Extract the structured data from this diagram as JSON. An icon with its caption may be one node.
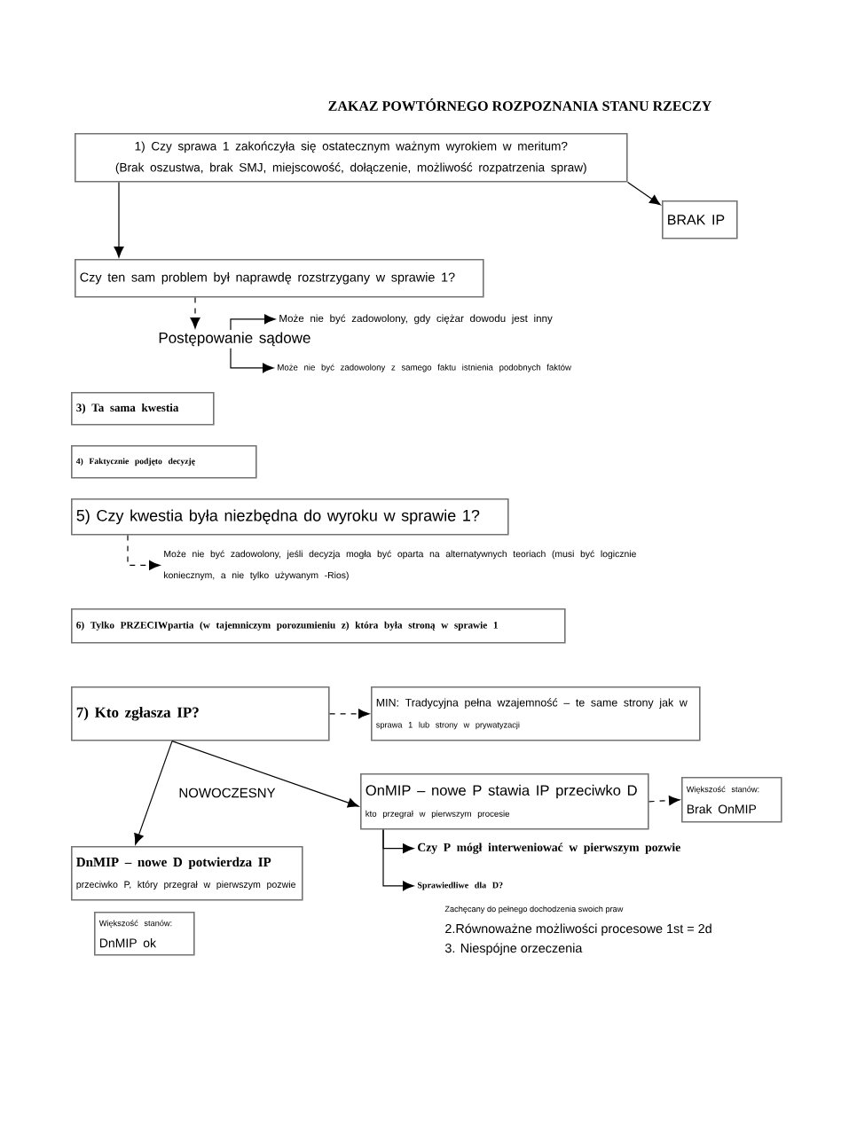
{
  "diagram": {
    "title": "ZAKAZ POWTÓRNEGO ROZPOZNANIA STANU RZECZY",
    "nodes": [
      {
        "text": [
          "1) Czy sprawa 1 zakończyła się ostatecznym ważnym wyrokiem w meritum?",
          "(Brak oszustwa, brak SMJ, miejscowość, dołączenie, możliwość rozpatrzenia spraw)"
        ]
      },
      {
        "text": [
          "BRAK IP"
        ]
      },
      {
        "text": [
          "Czy ten sam problem był naprawdę rozstrzygany w sprawie 1?"
        ]
      },
      {
        "text": [
          "Postępowanie sądowe"
        ]
      },
      {
        "text": [
          "Może nie być zadowolony, gdy ciężar dowodu jest inny"
        ]
      },
      {
        "text": [
          "Może nie być zadowolony z samego faktu istnienia podobnych faktów"
        ]
      },
      {
        "text": [
          "3) Ta sama kwestia"
        ]
      },
      {
        "text": [
          "4) Faktycznie podjęto decyzję"
        ]
      },
      {
        "text": [
          "5) Czy kwestia była niezbędna do wyroku w sprawie 1?"
        ]
      },
      {
        "text": [
          "Może nie być zadowolony, jeśli decyzja mogła być oparta na alternatywnych teoriach (musi być logicznie koniecznym, a nie tylko używanym -Rios)"
        ]
      },
      {
        "text": [
          "6) Tylko PRZECIWpartia (w tajemniczym porozumieniu z) która była stroną w sprawie 1"
        ]
      },
      {
        "text": [
          "7) Kto zgłasza IP?"
        ]
      },
      {
        "text": [
          "MIN: Tradycyjna pełna wzajemność – te same strony jak w",
          "sprawa 1 lub strony w prywatyzacji"
        ]
      },
      {
        "text": [
          "OnMIP – nowe P stawia IP przeciwko D",
          "kto przegrał w pierwszym procesie"
        ]
      },
      {
        "text": [
          "Większość stanów:",
          "Brak OnMIP"
        ]
      },
      {
        "text": [
          "DnMIP – nowe D potwierdza IP",
          "przeciwko P, który przegrał w pierwszym pozwie"
        ]
      },
      {
        "text": [
          "Większość stanów:",
          "DnMIP ok"
        ]
      },
      {
        "text": [
          "Czy P mógł interweniować w pierwszym pozwie"
        ]
      },
      {
        "text": [
          "Sprawiedliwe dla D?"
        ]
      }
    ],
    "edges": [
      {
        "from": 0,
        "to": 2,
        "arrow": "to"
      },
      {
        "from": 0,
        "to": 1,
        "arrow": "to"
      },
      {
        "from": 2,
        "to": 3,
        "arrow": "to",
        "style": "dashed"
      },
      {
        "from": 3,
        "to": 4,
        "arrow": "to"
      },
      {
        "from": 3,
        "to": 5,
        "arrow": "to"
      },
      {
        "from": 8,
        "to": 9,
        "arrow": "to",
        "style": "dashed"
      },
      {
        "from": 11,
        "to": 12,
        "arrow": "to",
        "style": "dashed"
      },
      {
        "from": 11,
        "to": 13,
        "arrow": "to",
        "label": "NOWOCZESNY"
      },
      {
        "from": 11,
        "to": 15,
        "arrow": "to"
      },
      {
        "from": 13,
        "to": 14,
        "arrow": "to",
        "style": "dashed"
      },
      {
        "from": 13,
        "to": 17,
        "arrow": "to"
      },
      {
        "from": 13,
        "to": 18,
        "arrow": "to"
      }
    ],
    "labels": [
      "Zachęcany do pełnego dochodzenia swoich praw",
      "2.Równoważne możliwości procesowe 1st = 2d",
      "3. Niespójne orzeczenia"
    ]
  }
}
